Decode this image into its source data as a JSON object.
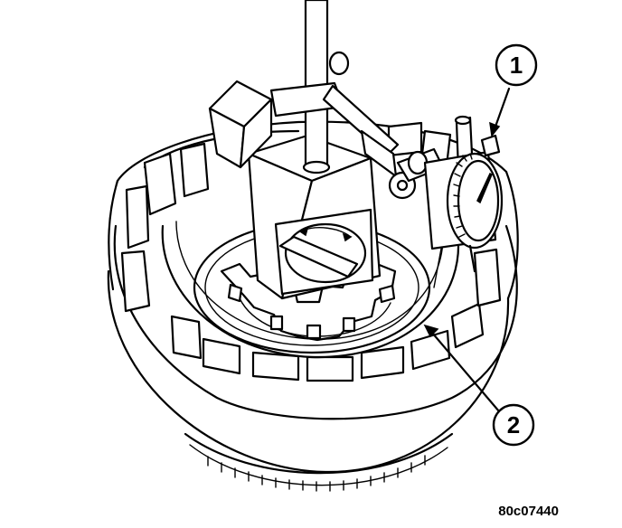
{
  "figure": {
    "id": "80c07440",
    "callouts": [
      {
        "number": "1"
      },
      {
        "number": "2"
      }
    ]
  }
}
